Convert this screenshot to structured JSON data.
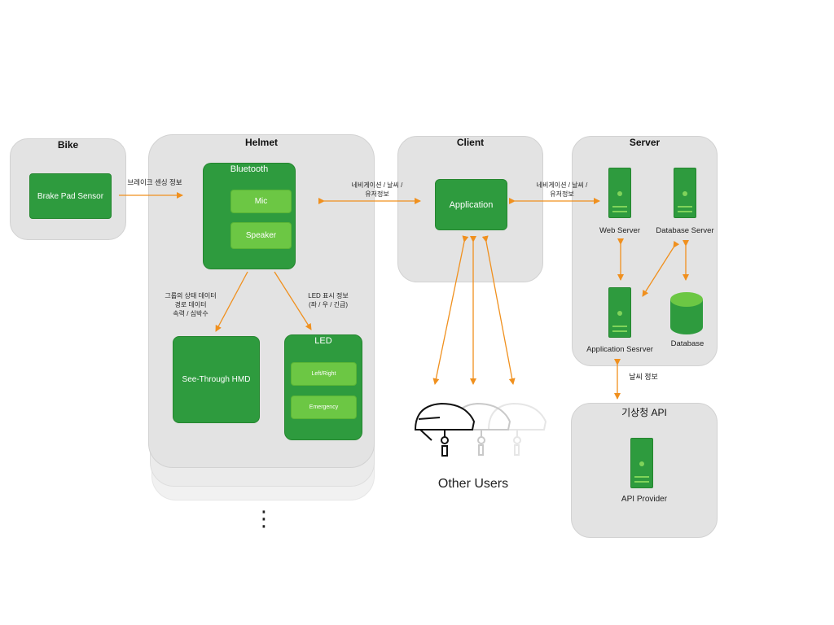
{
  "bike": {
    "title": "Bike",
    "sensor": "Brake Pad Sensor"
  },
  "edge_bike_helmet": "브레이크 센싱 정보",
  "helmet": {
    "title": "Helmet",
    "bluetooth": {
      "title": "Bluetooth",
      "mic": "Mic",
      "speaker": "Speaker"
    },
    "hmd": "See-Through HMD",
    "led": {
      "title": "LED",
      "leftright": "Left/Right",
      "emergency": "Emergency"
    },
    "to_hmd": [
      "그룹의 상태 데이터",
      "경로 데이터",
      "속력 / 심박수"
    ],
    "to_led": [
      "LED 표시 정보",
      "(좌 / 우 / 긴급)"
    ],
    "more": "⋮"
  },
  "edge_helmet_client": [
    "네비게이션 / 날씨 /",
    "유저정보"
  ],
  "client": {
    "title": "Client",
    "app": "Application"
  },
  "edge_client_server": [
    "네비게이션 / 날씨 /",
    "유저정보"
  ],
  "server": {
    "title": "Server",
    "web_server": "Web Server",
    "db_server": "Database Server",
    "app_server": "Application Sesrver",
    "database": "Database"
  },
  "edge_server_api": "날씨 정보",
  "api": {
    "title": "기상청 API",
    "provider": "API Provider"
  },
  "other_users": "Other Users",
  "colors": {
    "panel": "#e3e3e3",
    "green": "#2e9b3e",
    "light_green": "#6cc744",
    "arrow": "#f0901e"
  }
}
